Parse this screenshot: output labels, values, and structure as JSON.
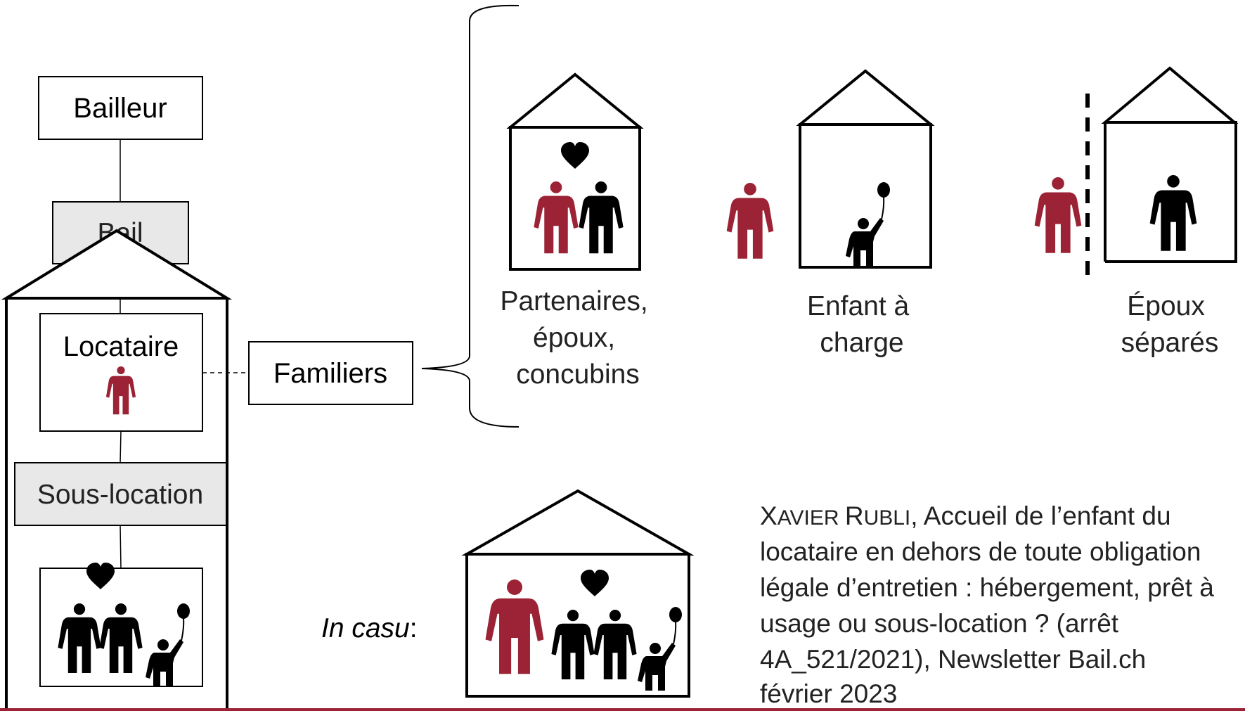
{
  "colors": {
    "accent": "#9b2335",
    "ink": "#000000",
    "grey_box": "#e8e8e8",
    "bottom_bar": "#9b2335"
  },
  "hierarchy": {
    "bailleur": "Bailleur",
    "bail": "Bail",
    "locataire": "Locataire",
    "sous_location": "Sous-location",
    "familiers": "Familiers"
  },
  "categories": [
    {
      "lines": [
        "Partenaires,",
        "époux,",
        "concubins"
      ]
    },
    {
      "lines": [
        "Enfant à",
        "charge"
      ]
    },
    {
      "lines": [
        "Époux",
        "séparés"
      ]
    }
  ],
  "in_casu": {
    "label": "In casu",
    "colon": ":"
  },
  "citation": {
    "author_first_initial": "X",
    "author_first_rest": "AVIER ",
    "author_last_initial": "R",
    "author_last_rest": "UBLI",
    "line1_rest": ", Accueil de l’enfant du",
    "line2": "locataire en dehors de toute obligation",
    "line3": "légale d’entretien : hébergement, prêt à",
    "line4": "usage ou sous-location ? (arrêt",
    "line5": "4A_521/2021), Newsletter Bail.ch",
    "line6": "février 2023"
  },
  "icons": [
    "house-icon",
    "person-icon",
    "child-with-balloon-icon",
    "heart-icon",
    "separation-dashed-line"
  ]
}
